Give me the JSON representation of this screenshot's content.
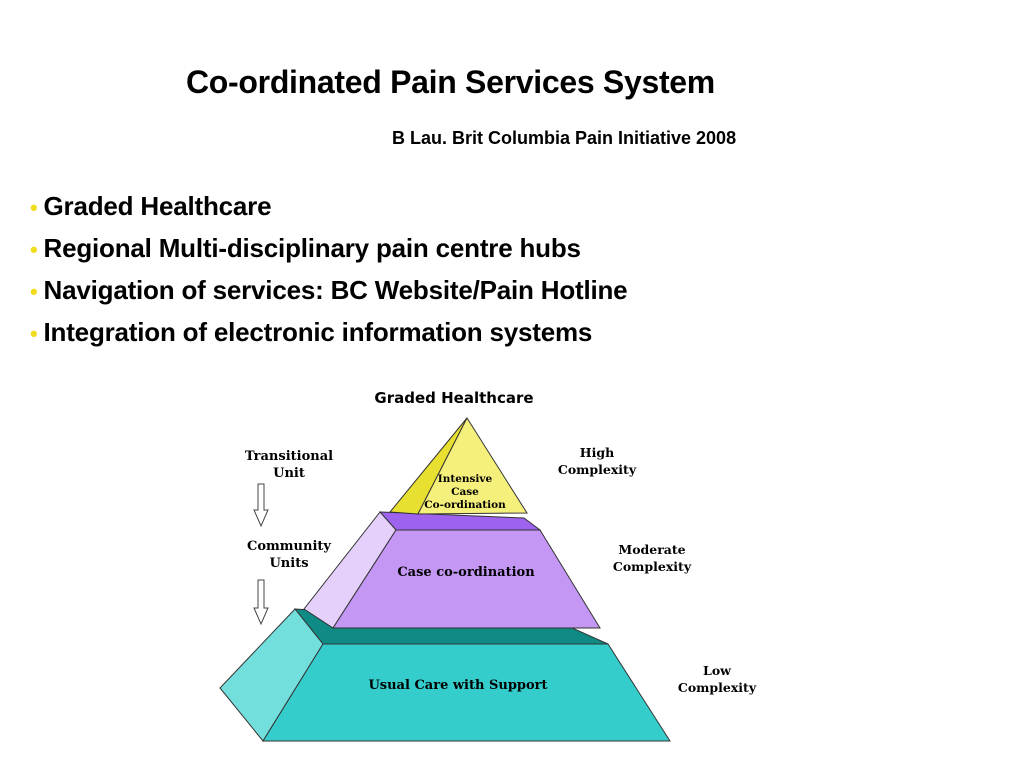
{
  "slide": {
    "title": "Co-ordinated Pain Services System",
    "subtitle": "B Lau. Brit Columbia Pain Initiative 2008",
    "bullet_symbol": "•",
    "bullets": [
      "Graded Healthcare",
      "Regional Multi-disciplinary pain centre hubs",
      "Navigation of services:  BC Website/Pain Hotline",
      "Integration of electronic information systems"
    ]
  },
  "diagram": {
    "heading": "Graded Healthcare",
    "left_labels": {
      "transitional": [
        "Transitional",
        "Unit"
      ],
      "community": [
        "Community",
        "Units"
      ]
    },
    "levels": {
      "top": [
        "Intensive",
        "Case",
        "Co-ordination"
      ],
      "middle": "Case co-ordination",
      "bottom": "Usual Care with Support"
    },
    "complexity": {
      "high": [
        "High",
        "Complexity"
      ],
      "moderate": [
        "Moderate",
        "Complexity"
      ],
      "low": [
        "Low",
        "Complexity"
      ]
    },
    "colors": {
      "top_front": "#f5f07c",
      "top_side": "#e8e030",
      "middle_front": "#c497f4",
      "middle_side": "#e4d0fb",
      "middle_top": "#9d62ee",
      "bottom_front": "#35cccc",
      "bottom_side": "#73dfdc",
      "bottom_top": "#0f8a84"
    }
  }
}
